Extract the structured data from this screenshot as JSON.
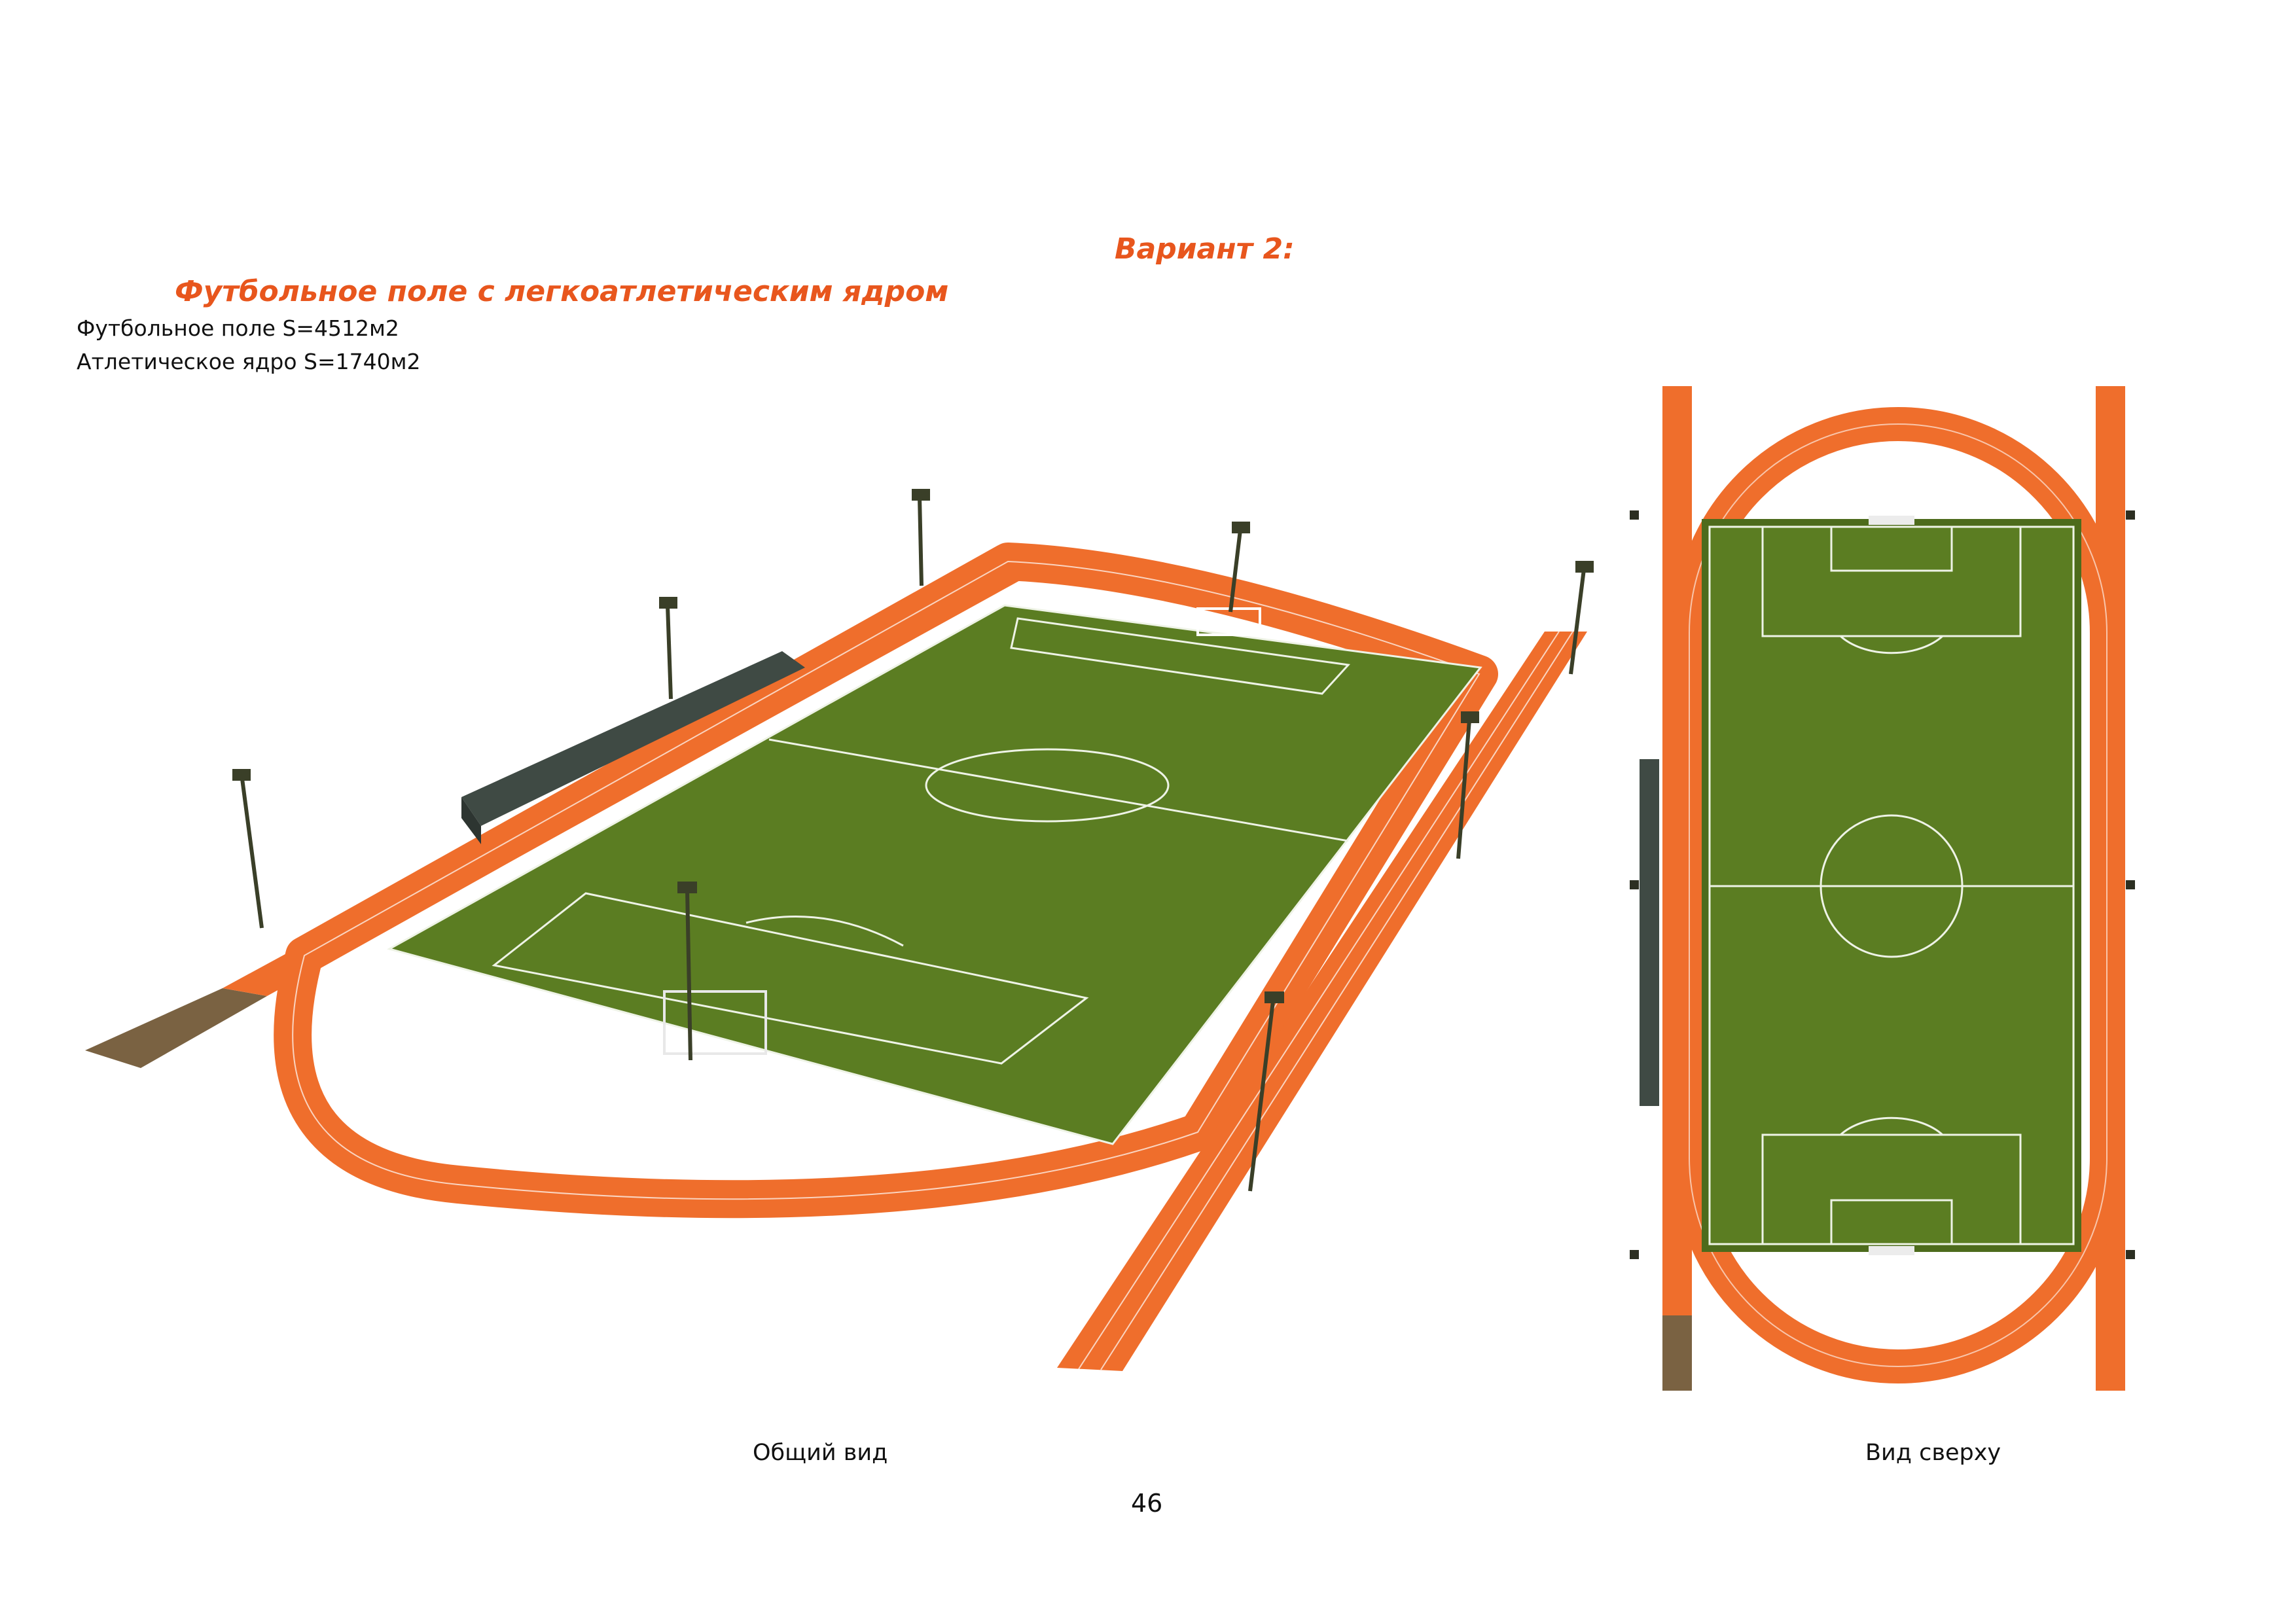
{
  "header": {
    "variant_title": "Вариант 2:",
    "section_title": "Футбольное поле с легкоатлетическим ядром"
  },
  "areas": {
    "football_field": "Футбольное поле S=4512м2",
    "athletic_core": "Атлетическое ядро S=1740м2"
  },
  "captions": {
    "perspective_view": "Общий вид",
    "top_view": "Вид сверху"
  },
  "page_number": "46",
  "colors": {
    "title_orange": "#e8561d",
    "track_orange": "#ef6e2c",
    "grass_green": "#5b7d22",
    "grass_dark": "#4d6b1c",
    "stand_gray": "#3f4a44",
    "sand_brown": "#7a6242"
  }
}
